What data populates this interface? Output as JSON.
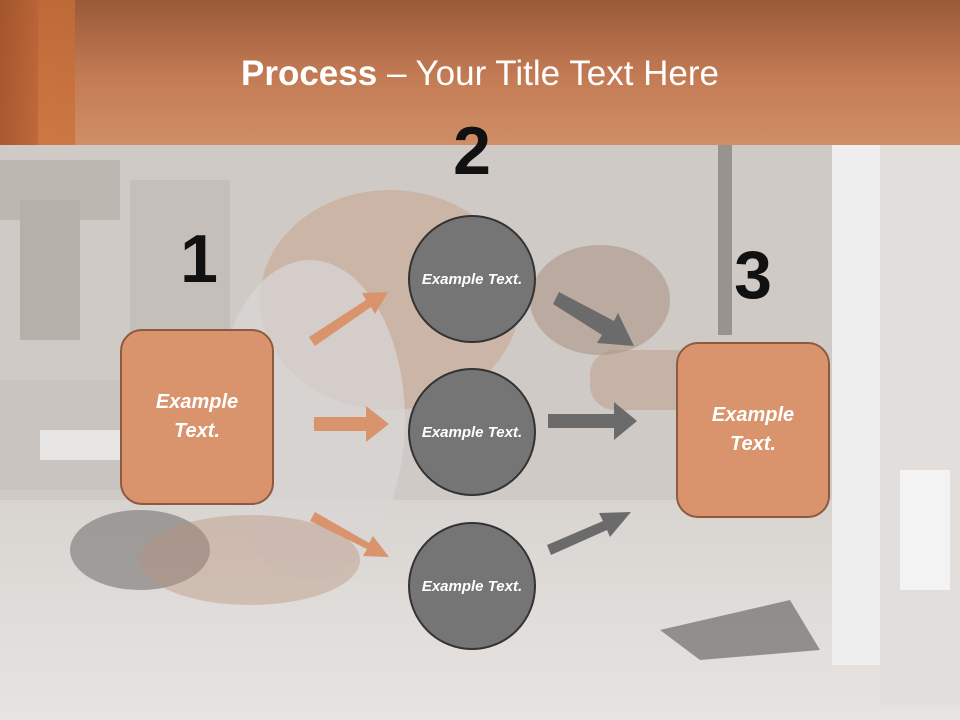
{
  "title": {
    "bold": "Process",
    "rest": " – Your Title Text Here"
  },
  "steps": [
    {
      "number": "1",
      "label": "Example Text."
    },
    {
      "number": "2",
      "items": [
        {
          "label": "Example Text."
        },
        {
          "label": "Example Text."
        },
        {
          "label": "Example Text."
        }
      ]
    },
    {
      "number": "3",
      "label": "Example Text."
    }
  ],
  "colors": {
    "header": "#c47c55",
    "box_fill": "#d9946e",
    "box_border": "#8e5a3e",
    "circle_fill": "#757575",
    "left_arrows": "#d9946e",
    "right_arrows": "#6b6b6b"
  }
}
